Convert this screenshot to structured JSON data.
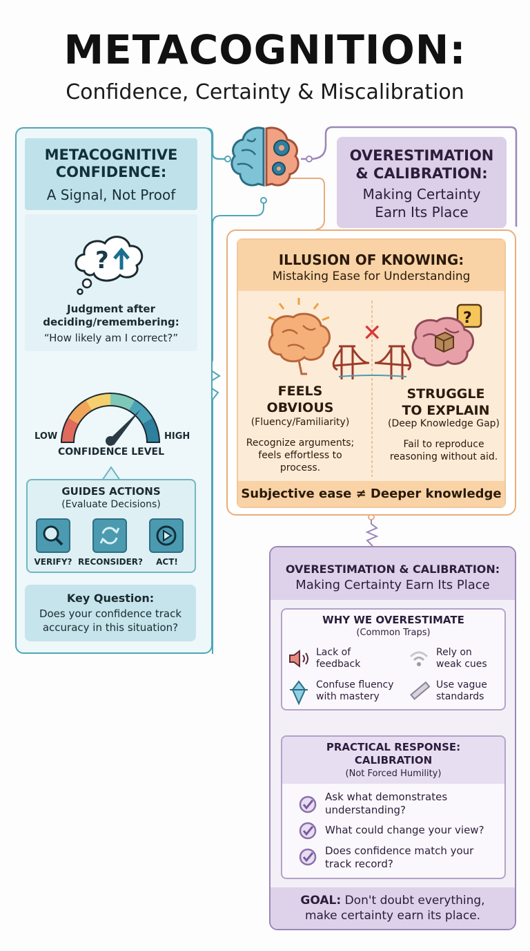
{
  "header": {
    "title": "METACOGNITION:",
    "subtitle": "Confidence, Certainty & Miscalibration"
  },
  "left": {
    "title_line1": "METACOGNITIVE",
    "title_line2": "CONFIDENCE:",
    "subtitle": "A Signal, Not Proof",
    "thought_icon_text": "?",
    "judgment_line1": "Judgment after",
    "judgment_line2": "deciding/remembering:",
    "judgment_quote": "“How likely am I correct?”",
    "gauge": {
      "low": "LOW",
      "high": "HIGH",
      "label": "CONFIDENCE LEVEL",
      "colors": [
        "#e06a5c",
        "#f0a55a",
        "#f4d06f",
        "#7ec8b9",
        "#4aa3b7",
        "#2f7f9e"
      ]
    },
    "actions": {
      "title": "GUIDES ACTIONS",
      "subtitle": "(Evaluate Decisions)",
      "items": [
        {
          "icon": "magnifier-icon",
          "label": "VERIFY?"
        },
        {
          "icon": "refresh-icon",
          "label": "RECONSIDER?"
        },
        {
          "icon": "play-icon",
          "label": "ACT!"
        }
      ]
    },
    "key_question": {
      "title": "Key Question:",
      "line1": "Does your confidence track",
      "line2": "accuracy in this situation?"
    }
  },
  "right_top": {
    "title_line1": "OVERESTIMATION",
    "title_line2": "& CALIBRATION:",
    "sub_line1": "Making Certainty",
    "sub_line2": "Earn Its Place"
  },
  "illusion": {
    "title": "ILLUSION OF KNOWING:",
    "subtitle": "Mistaking Ease for Understanding",
    "left_big1": "FEELS",
    "left_big2": "OBVIOUS",
    "left_paren": "(Fluency/Familiarity)",
    "left_desc1": "Recognize arguments;",
    "left_desc2": "feels effortless to",
    "left_desc3": "process.",
    "right_big1": "STRUGGLE",
    "right_big2": "TO EXPLAIN",
    "right_paren": "(Deep Knowledge Gap)",
    "right_desc1": "Fail to reproduce",
    "right_desc2": "reasoning without aid.",
    "question_mark": "?",
    "cross": "✕",
    "footer": "Subjective ease ≠ Deeper knowledge"
  },
  "bottom": {
    "title": "OVERESTIMATION & CALIBRATION:",
    "subtitle": "Making Certainty Earn Its Place",
    "why": {
      "title": "WHY WE OVERESTIMATE",
      "subtitle": "(Common Traps)",
      "items": [
        {
          "icon": "speaker-icon",
          "line1": "Lack of",
          "line2": "feedback"
        },
        {
          "icon": "signal-icon",
          "line1": "Rely on",
          "line2": "weak cues"
        },
        {
          "icon": "iceberg-icon",
          "line1": "Confuse fluency",
          "line2": "with mastery"
        },
        {
          "icon": "ruler-icon",
          "line1": "Use vague",
          "line2": "standards"
        }
      ]
    },
    "practical": {
      "title_line1": "PRACTICAL RESPONSE:",
      "title_line2": "CALIBRATION",
      "subtitle": "(Not Forced Humility)",
      "items": [
        {
          "line1": "Ask what demonstrates",
          "line2": "understanding?"
        },
        {
          "line1": "What could change your view?",
          "line2": ""
        },
        {
          "line1": "Does confidence match your",
          "line2": "track record?"
        }
      ]
    },
    "goal": {
      "label": "GOAL:",
      "line1": " Don't doubt everything,",
      "line2": "make certainty earn its place."
    }
  }
}
